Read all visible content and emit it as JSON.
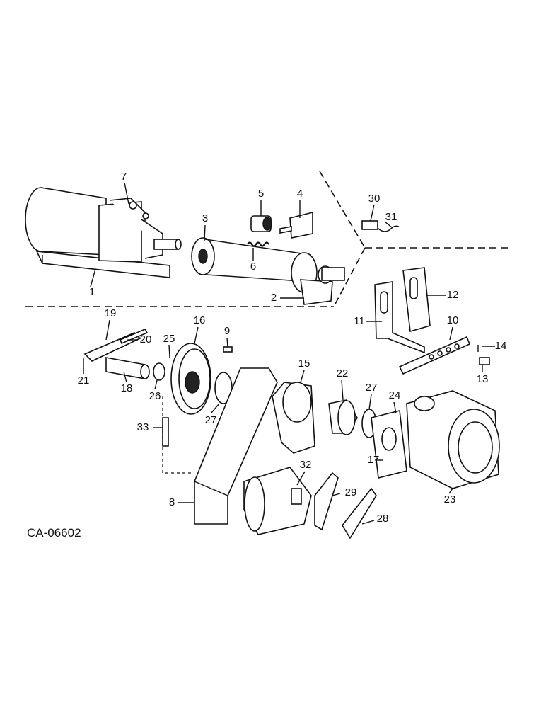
{
  "drawing_code": "CA-06602",
  "callouts": [
    "1",
    "2",
    "3",
    "4",
    "5",
    "6",
    "7",
    "8",
    "9",
    "10",
    "11",
    "12",
    "13",
    "14",
    "15",
    "16",
    "17",
    "18",
    "19",
    "20",
    "21",
    "22",
    "23",
    "24",
    "25",
    "26",
    "27",
    "27",
    "28",
    "29",
    "30",
    "31",
    "32",
    "33"
  ]
}
